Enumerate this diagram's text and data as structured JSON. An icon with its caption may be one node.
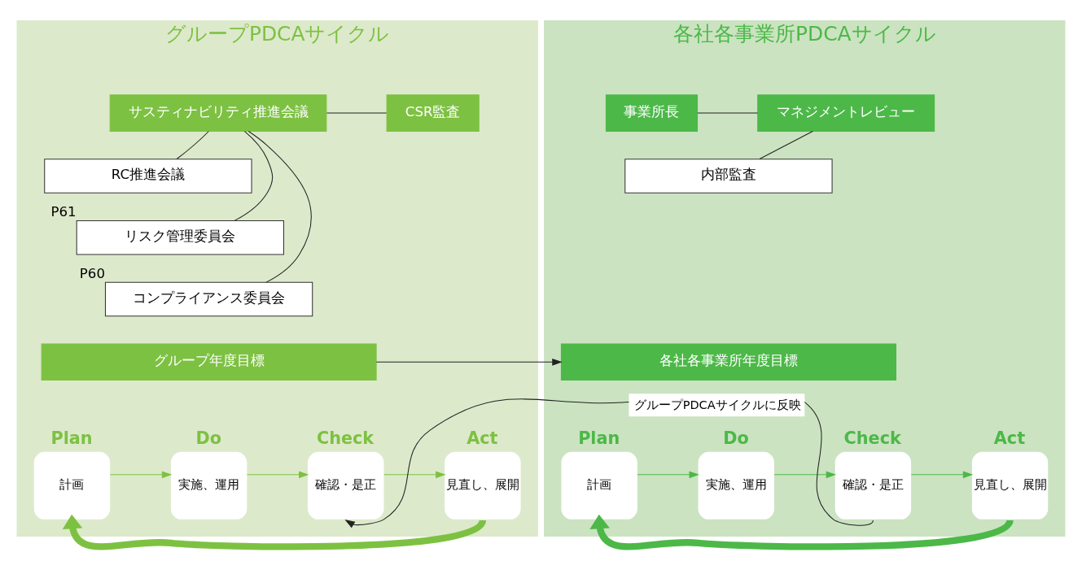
{
  "diagram": {
    "nodes": [
      {
        "text": [
          "グループPDCAサイクル"
        ]
      },
      {
        "text": [
          "サスティナビリティ推進会議"
        ],
        "in": 0
      },
      {
        "text": [
          "CSR監査"
        ],
        "in": 0
      },
      {
        "text": [
          "RC推進会議"
        ],
        "in": 0
      },
      {
        "text": [
          "リスク管理委員会"
        ],
        "in": 0,
        "beside": [
          "P61"
        ]
      },
      {
        "text": [
          "コンプライアンス委員会"
        ],
        "in": 0,
        "beside": [
          "P60"
        ]
      },
      {
        "text": [
          "グループ年度目標"
        ],
        "in": 0
      },
      {
        "text": [
          "Plan",
          "計画"
        ],
        "in": 0
      },
      {
        "text": [
          "Do",
          "実施、運用"
        ],
        "in": 0
      },
      {
        "text": [
          "Check",
          "確認・是正"
        ],
        "in": 0
      },
      {
        "text": [
          "Act",
          "見直し、展開"
        ],
        "in": 0
      },
      {
        "text": [
          "各社各事業所PDCAサイクル"
        ]
      },
      {
        "text": [
          "事業所長"
        ],
        "in": 11
      },
      {
        "text": [
          "マネジメントレビュー"
        ],
        "in": 11
      },
      {
        "text": [
          "内部監査"
        ],
        "in": 11
      },
      {
        "text": [
          "各社各事業所年度目標"
        ],
        "in": 11
      },
      {
        "text": [
          "Plan",
          "計画"
        ],
        "in": 11
      },
      {
        "text": [
          "Do",
          "実施、運用"
        ],
        "in": 11
      },
      {
        "text": [
          "Check",
          "確認・是正"
        ],
        "in": 11
      },
      {
        "text": [
          "Act",
          "見直し、展開"
        ],
        "in": 11
      }
    ],
    "edges": [
      {
        "from": 1,
        "to": 2,
        "arrow": "none"
      },
      {
        "from": 1,
        "to": 3,
        "arrow": "none"
      },
      {
        "from": 1,
        "to": 4,
        "arrow": "none"
      },
      {
        "from": 1,
        "to": 5,
        "arrow": "none"
      },
      {
        "from": 12,
        "to": 13,
        "arrow": "none"
      },
      {
        "from": 13,
        "to": 14,
        "arrow": "none"
      },
      {
        "from": 6,
        "to": 15,
        "arrow": "to"
      },
      {
        "from": 7,
        "to": 8,
        "arrow": "to",
        "color": "#7dc142"
      },
      {
        "from": 8,
        "to": 9,
        "arrow": "to",
        "color": "#7dc142"
      },
      {
        "from": 9,
        "to": 10,
        "arrow": "to",
        "color": "#7dc142"
      },
      {
        "from": 10,
        "to": 7,
        "arrow": "to",
        "style": "thick",
        "color": "#7dc142"
      },
      {
        "from": 16,
        "to": 17,
        "arrow": "to",
        "color": "#4cb848"
      },
      {
        "from": 17,
        "to": 18,
        "arrow": "to",
        "color": "#4cb848"
      },
      {
        "from": 18,
        "to": 19,
        "arrow": "to",
        "color": "#4cb848"
      },
      {
        "from": 19,
        "to": 16,
        "arrow": "to",
        "style": "thick",
        "color": "#4cb848"
      },
      {
        "from": 18,
        "to": 9,
        "arrow": "to",
        "label": "グループPDCAサイクルに反映"
      }
    ]
  }
}
